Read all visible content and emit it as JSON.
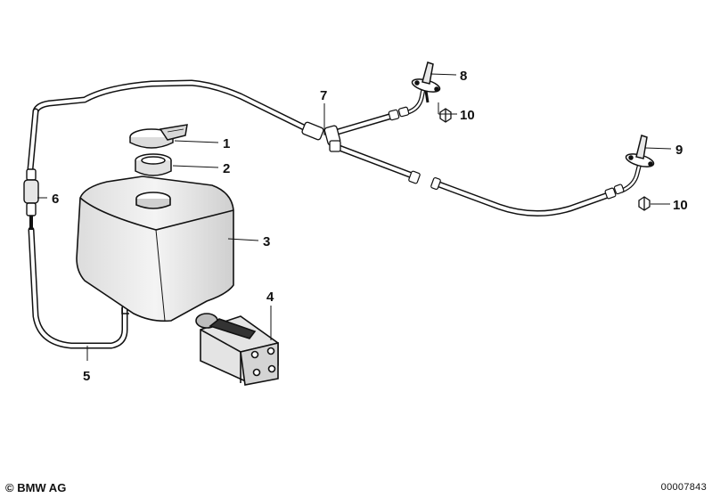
{
  "callouts": {
    "c1": "1",
    "c2": "2",
    "c3": "3",
    "c4": "4",
    "c5": "5",
    "c6": "6",
    "c7": "7",
    "c8": "8",
    "c9": "9",
    "c10a": "10",
    "c10b": "10"
  },
  "footer": {
    "copyright": "© BMW AG",
    "drawing_number": "00007843"
  },
  "colors": {
    "line": "#111111",
    "background": "#ffffff"
  }
}
